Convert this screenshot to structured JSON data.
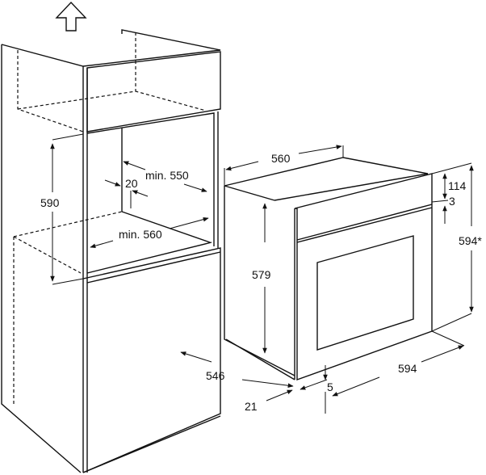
{
  "title": "Built-in oven installation dimensions",
  "cabinet_labels": {
    "height": "590",
    "gap": "20",
    "depth": "min. 550",
    "width": "min. 560"
  },
  "oven_labels": {
    "depth_top": "560",
    "body_height": "579",
    "panel_height": "114",
    "gap": "3",
    "total_height": "594*",
    "side_depth": "546",
    "front_thickness": "21",
    "bottom_offset": "5",
    "width": "594"
  },
  "icons": [
    "ventilation-up-arrow-icon"
  ]
}
